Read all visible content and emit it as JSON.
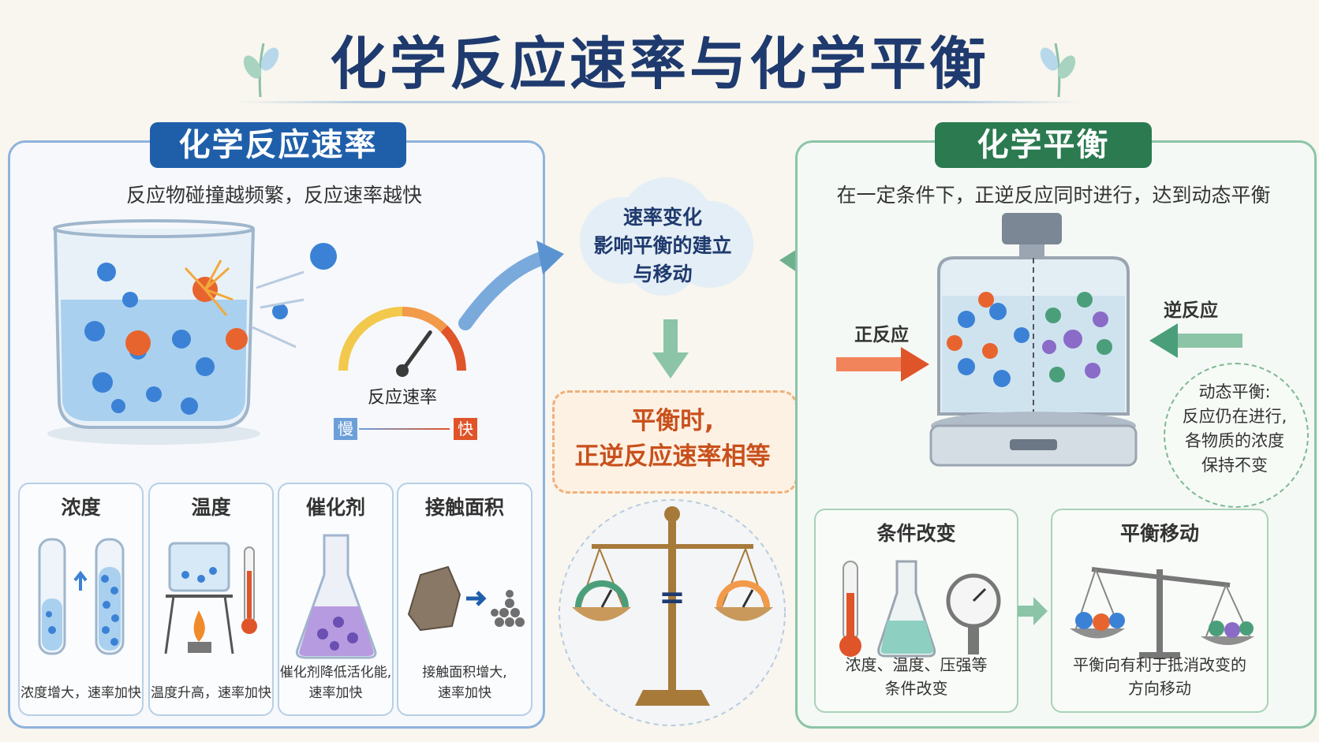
{
  "title": "化学反应速率与化学平衡",
  "left": {
    "heading": "化学反应速率",
    "subtitle": "反应物碰撞越频繁，反应速率越快",
    "gauge": {
      "label": "反应速率",
      "slow": "慢",
      "fast": "快",
      "level": 0.7
    },
    "factors": [
      {
        "title": "浓度",
        "desc": "浓度增大，速率加快"
      },
      {
        "title": "温度",
        "desc": "温度升高，速率加快"
      },
      {
        "title": "催化剂",
        "desc_line1": "催化剂降低活化能,",
        "desc_line2": "速率加快"
      },
      {
        "title": "接触面积",
        "desc_line1": "接触面积增大,",
        "desc_line2": "速率加快"
      }
    ]
  },
  "center": {
    "cloud_line1": "速率变化",
    "cloud_line2": "影响平衡的建立",
    "cloud_line3": "与移动",
    "eq_line1": "平衡时,",
    "eq_line2": "正逆反应速率相等",
    "equals": "="
  },
  "right": {
    "heading": "化学平衡",
    "subtitle": "在一定条件下，正逆反应同时进行，达到动态平衡",
    "forward": "正反应",
    "reverse": "逆反应",
    "dynamic_line1": "动态平衡:",
    "dynamic_line2": "反应仍在进行,",
    "dynamic_line3": "各物质的浓度",
    "dynamic_line4": "保持不变",
    "conditions": {
      "title": "条件改变",
      "desc_line1": "浓度、温度、压强等",
      "desc_line2": "条件改变"
    },
    "shift": {
      "title": "平衡移动",
      "desc_line1": "平衡向有利于抵消改变的",
      "desc_line2": "方向移动"
    }
  },
  "colors": {
    "blue": "#1f5faa",
    "green": "#2b7a50",
    "orange": "#e0542a",
    "navy": "#1f3a6e"
  }
}
